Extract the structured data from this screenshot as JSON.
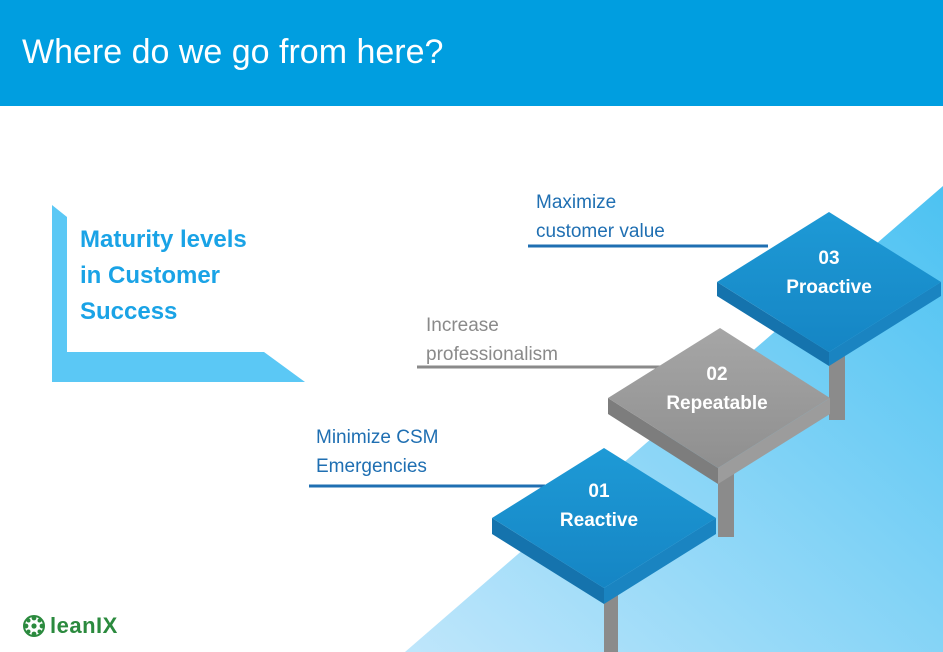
{
  "header": {
    "title": "Where do we go from here?"
  },
  "maturity_title": {
    "lines": [
      "Maturity levels",
      "in Customer",
      "Success"
    ]
  },
  "steps": [
    {
      "number": "01",
      "name": "Reactive",
      "label_lines": [
        "Minimize CSM",
        "Emergencies"
      ]
    },
    {
      "number": "02",
      "name": "Repeatable",
      "label_lines": [
        "Increase",
        "professionalism"
      ]
    },
    {
      "number": "03",
      "name": "Proactive",
      "label_lines": [
        "Maximize",
        "customer value"
      ]
    }
  ],
  "logo": {
    "text": "leanIX",
    "icon": "leanix-logo-icon"
  },
  "colors": {
    "header": "#009ee0",
    "accent_light": "#4fc3f7",
    "step_blue": "#1a93d1",
    "step_gray": "#9e9e9e",
    "label_blue": "#1f6fb2",
    "label_gray": "#8a8a8a"
  }
}
